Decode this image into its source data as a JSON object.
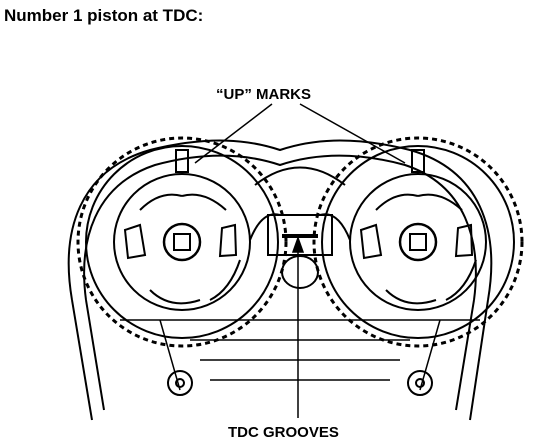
{
  "title": "Number 1 piston at TDC:",
  "labels": {
    "up_marks": "“UP” MARKS",
    "tdc_grooves": "TDC GROOVES"
  },
  "colors": {
    "ink": "#000000",
    "paper": "#ffffff"
  }
}
